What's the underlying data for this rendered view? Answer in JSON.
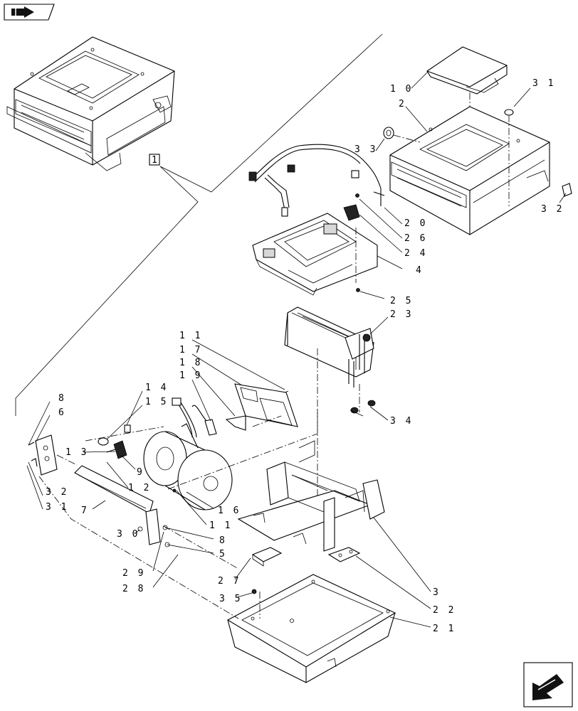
{
  "reference_box": "1",
  "labels": [
    {
      "id": "l10",
      "text": "1 0"
    },
    {
      "id": "l31a",
      "text": "3 1"
    },
    {
      "id": "l2",
      "text": "2"
    },
    {
      "id": "l33",
      "text": "3 3"
    },
    {
      "id": "l32a",
      "text": "3 2"
    },
    {
      "id": "l20",
      "text": "2 0"
    },
    {
      "id": "l26",
      "text": "2 6"
    },
    {
      "id": "l24",
      "text": "2 4"
    },
    {
      "id": "l4",
      "text": "4"
    },
    {
      "id": "l25",
      "text": "2 5"
    },
    {
      "id": "l23",
      "text": "2 3"
    },
    {
      "id": "l11a",
      "text": "1 1"
    },
    {
      "id": "l17",
      "text": "1 7"
    },
    {
      "id": "l18",
      "text": "1 8"
    },
    {
      "id": "l19",
      "text": "1 9"
    },
    {
      "id": "l14",
      "text": "1 4"
    },
    {
      "id": "l15",
      "text": "1 5"
    },
    {
      "id": "l8a",
      "text": "8"
    },
    {
      "id": "l6",
      "text": "6"
    },
    {
      "id": "l13",
      "text": "1 3"
    },
    {
      "id": "l9",
      "text": "9"
    },
    {
      "id": "l12",
      "text": "1 2"
    },
    {
      "id": "l32b",
      "text": "3 2"
    },
    {
      "id": "l31b",
      "text": "3 1"
    },
    {
      "id": "l7",
      "text": "7"
    },
    {
      "id": "l16",
      "text": "1 6"
    },
    {
      "id": "l11b",
      "text": "1 1"
    },
    {
      "id": "l34",
      "text": "3 4"
    },
    {
      "id": "l30",
      "text": "3 0"
    },
    {
      "id": "l8b",
      "text": "8"
    },
    {
      "id": "l5",
      "text": "5"
    },
    {
      "id": "l29",
      "text": "2 9"
    },
    {
      "id": "l28",
      "text": "2 8"
    },
    {
      "id": "l27",
      "text": "2 7"
    },
    {
      "id": "l35",
      "text": "3 5"
    },
    {
      "id": "l3",
      "text": "3"
    },
    {
      "id": "l22",
      "text": "2 2"
    },
    {
      "id": "l21",
      "text": "2 1"
    }
  ],
  "icons": {
    "top_left": "book-arrow-icon",
    "bottom_right": "next-page-arrow-icon"
  }
}
